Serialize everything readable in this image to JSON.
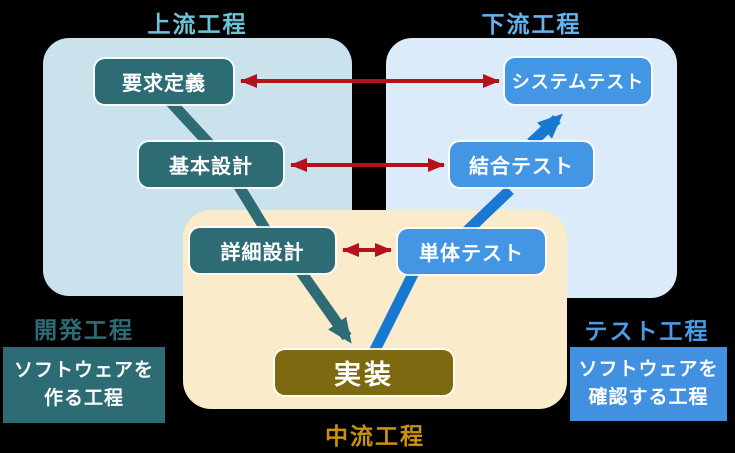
{
  "diagram": {
    "type": "v-model-software-process",
    "titles": {
      "upstream": "上流工程",
      "downstream": "下流工程",
      "midstream": "中流工程",
      "development": "開発工程",
      "test": "テスト工程"
    },
    "nodes": {
      "requirements": "要求定義",
      "basic_design": "基本設計",
      "detailed_design": "詳細設計",
      "implementation": "実装",
      "unit_test": "単体テスト",
      "integration_test": "結合テスト",
      "system_test": "システムテスト"
    },
    "captions": {
      "development": {
        "line1": "ソフトウェアを",
        "line2": "作る工程"
      },
      "test": {
        "line1": "ソフトウェアを",
        "line2": "確認する工程"
      }
    },
    "flows": {
      "design_flow": [
        "要求定義",
        "基本設計",
        "詳細設計",
        "実装"
      ],
      "test_flow": [
        "実装",
        "単体テスト",
        "結合テスト",
        "システムテスト"
      ],
      "correspondence": [
        [
          "要求定義",
          "システムテスト"
        ],
        [
          "基本設計",
          "結合テスト"
        ],
        [
          "詳細設計",
          "単体テスト"
        ]
      ]
    },
    "colors": {
      "background": "#000000",
      "upstream_panel": "#c9e2ec",
      "downstream_panel": "#dcebfa",
      "midstream_panel": "#faecca",
      "design_node": "#2d6b75",
      "test_node": "#4296e4",
      "implementation_node": "#7d6a10",
      "compare_arrow": "#b5121b",
      "design_flow_arrow": "#2d6b75",
      "test_flow_arrow": "#1878d2",
      "upstream_title": "#6cc4d8",
      "downstream_title": "#64b4f0",
      "midstream_title": "#c8920f",
      "development_title": "#2d6b75",
      "test_title": "#4a9ce8"
    }
  }
}
